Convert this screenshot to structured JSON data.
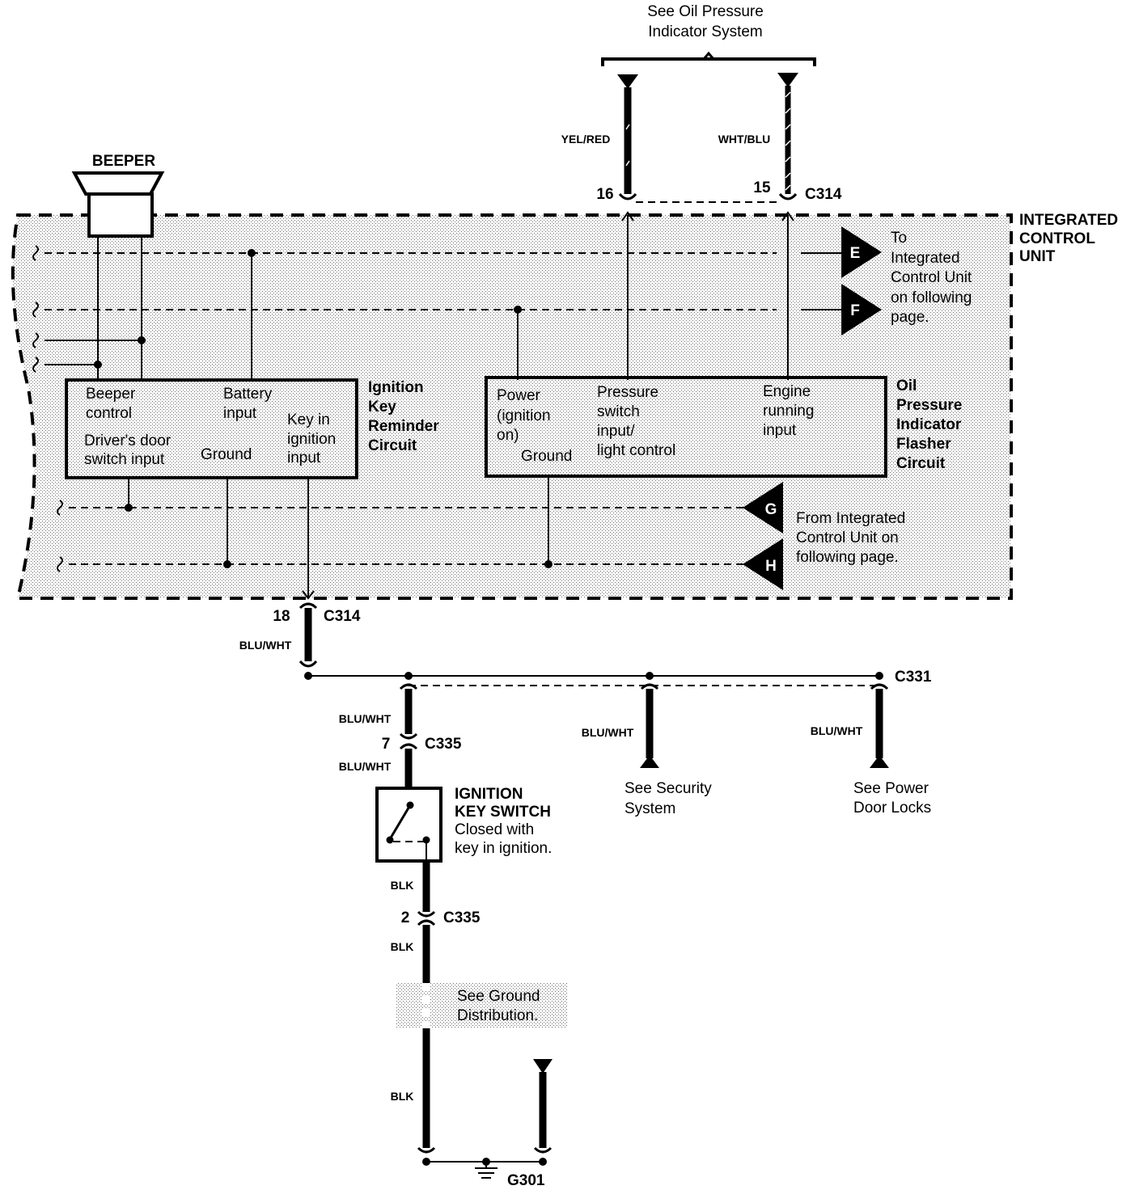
{
  "top_ref": {
    "line1": "See Oil Pressure",
    "line2": "Indicator System"
  },
  "wires": {
    "yel_red": "YEL/RED",
    "wht_blu": "WHT/BLU",
    "blu_wht": "BLU/WHT",
    "blk": "BLK"
  },
  "connectors": {
    "c314": "C314",
    "c331": "C331",
    "c335": "C335",
    "g301": "G301",
    "pin16": "16",
    "pin15": "15",
    "pin18": "18",
    "pin7": "7",
    "pin2": "2"
  },
  "beeper": {
    "label": "BEEPER"
  },
  "icu": {
    "line1": "INTEGRATED",
    "line2": "CONTROL",
    "line3": "UNIT"
  },
  "ignition_key_reminder": {
    "title": [
      "Ignition",
      "Key",
      "Reminder",
      "Circuit"
    ],
    "beeper_control": [
      "Beeper",
      "control"
    ],
    "battery_input": [
      "Battery",
      "input"
    ],
    "key_in_ignition": [
      "Key in",
      "ignition",
      "input"
    ],
    "drivers_door": [
      "Driver's door",
      "switch input"
    ],
    "ground": "Ground"
  },
  "oil_pressure_flasher": {
    "title": [
      "Oil",
      "Pressure",
      "Indicator",
      "Flasher",
      "Circuit"
    ],
    "power": [
      "Power",
      "(ignition",
      "on)"
    ],
    "pressure_switch": [
      "Pressure",
      "switch",
      "input/",
      "light control"
    ],
    "engine_running": [
      "Engine",
      "running",
      "input"
    ],
    "ground": "Ground"
  },
  "page_refs": {
    "E": "E",
    "F": "F",
    "G": "G",
    "H": "H",
    "to_icu": [
      "To",
      "Integrated",
      "Control Unit",
      "on following",
      "page."
    ],
    "from_icu": [
      "From Integrated",
      "Control Unit on",
      "following page."
    ]
  },
  "ignition_switch": {
    "title1": "IGNITION",
    "title2": "KEY SWITCH",
    "desc1": "Closed with",
    "desc2": "key in ignition."
  },
  "security_ref": {
    "line1": "See Security",
    "line2": "System"
  },
  "door_locks_ref": {
    "line1": "See Power",
    "line2": "Door Locks"
  },
  "ground_ref": {
    "line1": "See Ground",
    "line2": "Distribution."
  }
}
